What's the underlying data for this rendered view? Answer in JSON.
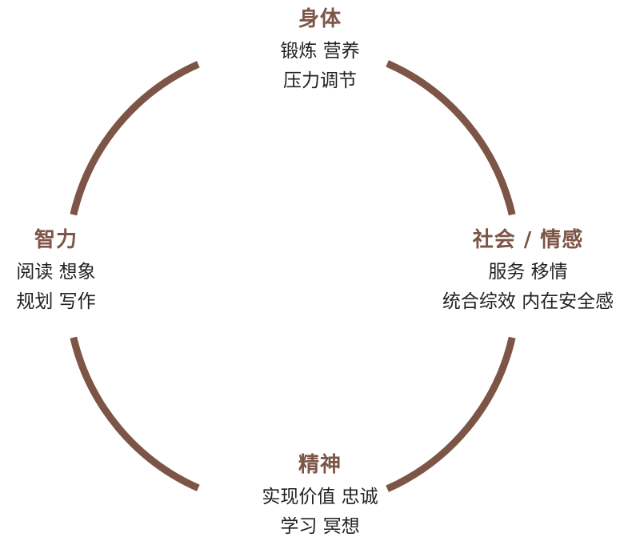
{
  "arc_color": "#7d5547",
  "title_color": "#7d5547",
  "nodes": {
    "top": {
      "title": "身体",
      "lines": [
        "锻炼  营养",
        "压力调节"
      ]
    },
    "right": {
      "title": "社会 / 情感",
      "lines": [
        "服务  移情",
        "统合综效  内在安全感"
      ]
    },
    "bottom": {
      "title": "精神",
      "lines": [
        "实现价值  忠诚",
        "学习  冥想"
      ]
    },
    "left": {
      "title": "智力",
      "lines": [
        "阅读  想象",
        "规划  写作"
      ]
    }
  }
}
